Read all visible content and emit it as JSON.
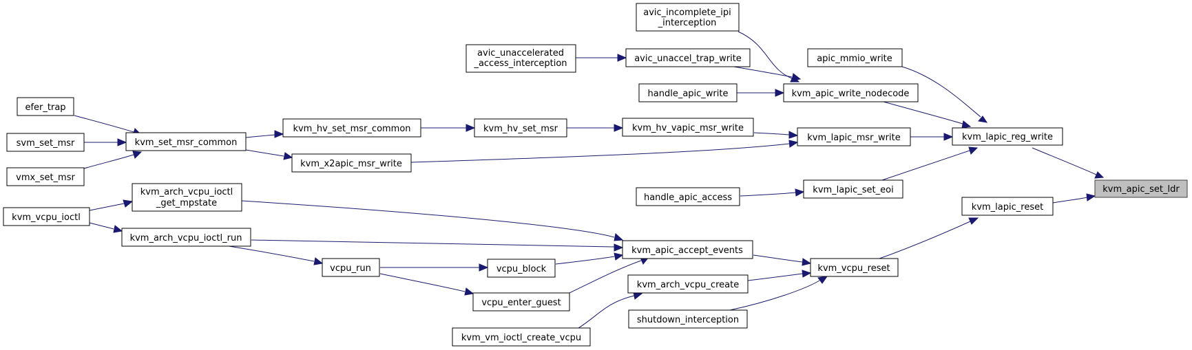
{
  "diagram": {
    "nodes": {
      "kvm_apic_set_ldr": "kvm_apic_set_ldr",
      "kvm_lapic_reg_write": "kvm_lapic_reg_write",
      "kvm_lapic_reset": "kvm_lapic_reset",
      "apic_mmio_write": "apic_mmio_write",
      "kvm_apic_write_nodecode": "kvm_apic_write_nodecode",
      "kvm_lapic_msr_write": "kvm_lapic_msr_write",
      "kvm_lapic_set_eoi": "kvm_lapic_set_eoi",
      "avic_incomplete_ipi_interception_1": "avic_incomplete_ipi",
      "avic_incomplete_ipi_interception_2": "_interception",
      "avic_unaccel_trap_write": "avic_unaccel_trap_write",
      "handle_apic_write": "handle_apic_write",
      "avic_unaccelerated_access_interception_1": "avic_unaccelerated",
      "avic_unaccelerated_access_interception_2": "_access_interception",
      "kvm_hv_vapic_msr_write": "kvm_hv_vapic_msr_write",
      "kvm_hv_set_msr": "kvm_hv_set_msr",
      "kvm_hv_set_msr_common": "kvm_hv_set_msr_common",
      "kvm_set_msr_common": "kvm_set_msr_common",
      "kvm_x2apic_msr_write": "kvm_x2apic_msr_write",
      "efer_trap": "efer_trap",
      "svm_set_msr": "svm_set_msr",
      "vmx_set_msr": "vmx_set_msr",
      "handle_apic_access": "handle_apic_access",
      "kvm_vcpu_reset": "kvm_vcpu_reset",
      "kvm_apic_accept_events": "kvm_apic_accept_events",
      "kvm_arch_vcpu_create": "kvm_arch_vcpu_create",
      "shutdown_interception": "shutdown_interception",
      "kvm_arch_vcpu_ioctl_get_mpstate_1": "kvm_arch_vcpu_ioctl",
      "kvm_arch_vcpu_ioctl_get_mpstate_2": "_get_mpstate",
      "kvm_arch_vcpu_ioctl_run": "kvm_arch_vcpu_ioctl_run",
      "vcpu_block": "vcpu_block",
      "vcpu_enter_guest": "vcpu_enter_guest",
      "vcpu_run": "vcpu_run",
      "kvm_vcpu_ioctl": "kvm_vcpu_ioctl",
      "kvm_vm_ioctl_create_vcpu": "kvm_vm_ioctl_create_vcpu"
    },
    "edges": [
      [
        "kvm_lapic_reg_write",
        "kvm_apic_set_ldr"
      ],
      [
        "kvm_lapic_reset",
        "kvm_apic_set_ldr"
      ],
      [
        "apic_mmio_write",
        "kvm_lapic_reg_write"
      ],
      [
        "kvm_apic_write_nodecode",
        "kvm_lapic_reg_write"
      ],
      [
        "kvm_lapic_msr_write",
        "kvm_lapic_reg_write"
      ],
      [
        "kvm_lapic_set_eoi",
        "kvm_lapic_reg_write"
      ],
      [
        "avic_incomplete_ipi_interception",
        "kvm_apic_write_nodecode"
      ],
      [
        "avic_unaccel_trap_write",
        "kvm_apic_write_nodecode"
      ],
      [
        "handle_apic_write",
        "kvm_apic_write_nodecode"
      ],
      [
        "avic_unaccelerated_access_interception",
        "avic_unaccel_trap_write"
      ],
      [
        "kvm_hv_vapic_msr_write",
        "kvm_lapic_msr_write"
      ],
      [
        "kvm_x2apic_msr_write",
        "kvm_lapic_msr_write"
      ],
      [
        "kvm_hv_set_msr",
        "kvm_hv_vapic_msr_write"
      ],
      [
        "kvm_hv_set_msr_common",
        "kvm_hv_set_msr"
      ],
      [
        "kvm_set_msr_common",
        "kvm_hv_set_msr_common"
      ],
      [
        "kvm_set_msr_common",
        "kvm_x2apic_msr_write"
      ],
      [
        "efer_trap",
        "kvm_set_msr_common"
      ],
      [
        "svm_set_msr",
        "kvm_set_msr_common"
      ],
      [
        "vmx_set_msr",
        "kvm_set_msr_common"
      ],
      [
        "handle_apic_access",
        "kvm_lapic_set_eoi"
      ],
      [
        "kvm_vcpu_reset",
        "kvm_lapic_reset"
      ],
      [
        "kvm_apic_accept_events",
        "kvm_vcpu_reset"
      ],
      [
        "kvm_arch_vcpu_create",
        "kvm_vcpu_reset"
      ],
      [
        "shutdown_interception",
        "kvm_vcpu_reset"
      ],
      [
        "kvm_arch_vcpu_ioctl_get_mpstate",
        "kvm_apic_accept_events"
      ],
      [
        "kvm_arch_vcpu_ioctl_run",
        "kvm_apic_accept_events"
      ],
      [
        "vcpu_block",
        "kvm_apic_accept_events"
      ],
      [
        "vcpu_enter_guest",
        "kvm_apic_accept_events"
      ],
      [
        "vcpu_run",
        "vcpu_block"
      ],
      [
        "vcpu_run",
        "vcpu_enter_guest"
      ],
      [
        "kvm_arch_vcpu_ioctl_run",
        "vcpu_run"
      ],
      [
        "kvm_vcpu_ioctl",
        "kvm_arch_vcpu_ioctl_get_mpstate"
      ],
      [
        "kvm_vcpu_ioctl",
        "kvm_arch_vcpu_ioctl_run"
      ],
      [
        "kvm_vm_ioctl_create_vcpu",
        "kvm_arch_vcpu_create"
      ]
    ],
    "colors": {
      "edge": "#191970",
      "node_border": "#000000",
      "node_fill": "#ffffff",
      "highlight_fill": "#bfbfbf",
      "highlight_border": "#404040"
    }
  }
}
